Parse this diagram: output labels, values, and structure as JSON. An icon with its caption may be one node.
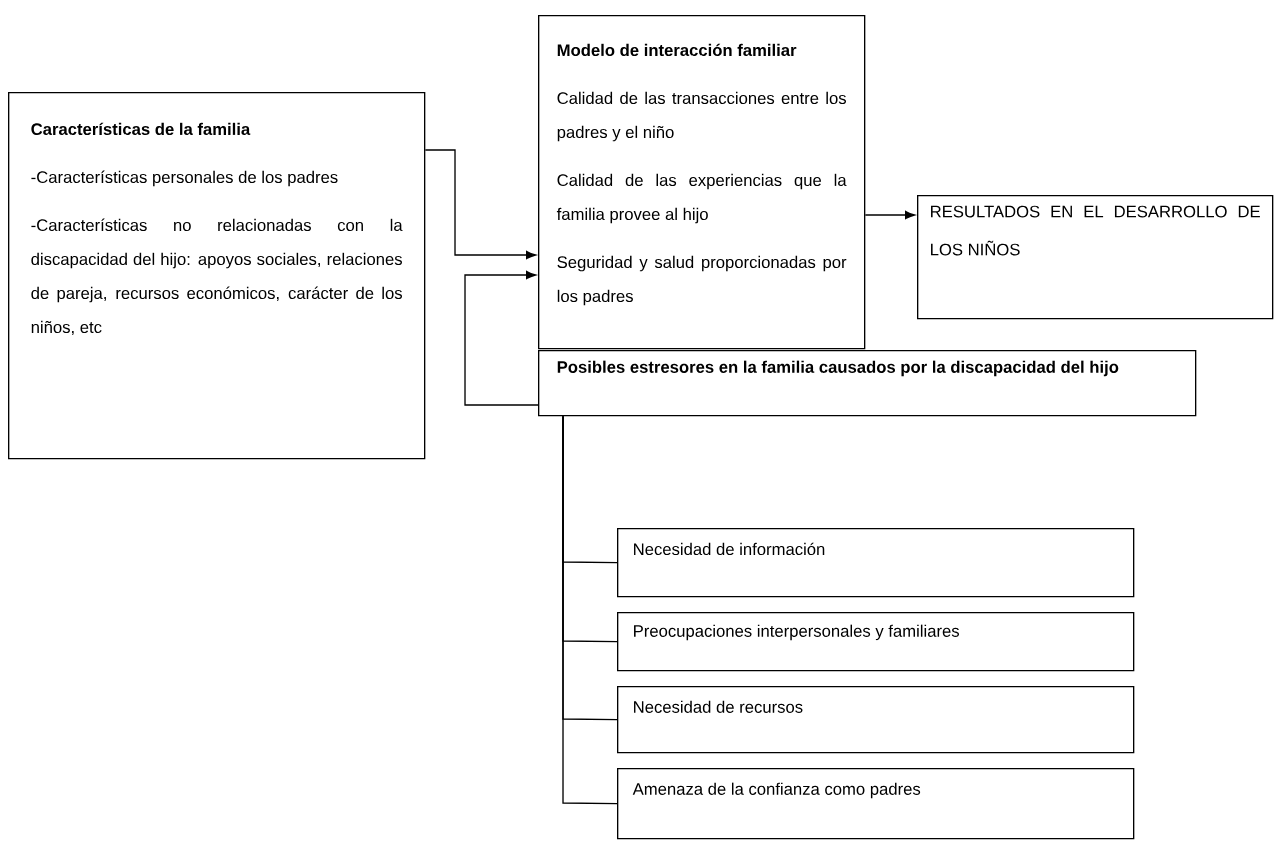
{
  "diagram": {
    "nodes": [
      {
        "text": [
          "Características de la familia",
          "-Características personales de los padres",
          "-Características no relacionadas con la discapacidad del hijo: apoyos sociales, relaciones de pareja, recursos económicos, carácter de los niños, etc"
        ]
      },
      {
        "text": [
          "Modelo de interacción familiar",
          "Calidad de las transacciones entre los padres y el niño",
          "Calidad de las experiencias que la familia provee al hijo",
          "Seguridad y salud proporcionadas por los padres"
        ]
      },
      {
        "text": [
          "RESULTADOS EN EL DESARROLLO DE LOS NIÑOS"
        ]
      },
      {
        "text": [
          "Posibles estresores en la familia causados por la discapacidad del hijo"
        ]
      },
      {
        "text": [
          "Necesidad de información"
        ]
      },
      {
        "text": [
          "Preocupaciones interpersonales y familiares"
        ]
      },
      {
        "text": [
          "Necesidad de recursos"
        ]
      },
      {
        "text": [
          "Amenaza de la confianza  como padres"
        ]
      }
    ],
    "edges": [
      {
        "from": 0,
        "to": 1,
        "arrow": "to"
      },
      {
        "from": 3,
        "to": 1,
        "arrow": "to"
      },
      {
        "from": 1,
        "to": 2,
        "arrow": "to"
      },
      {
        "from": 3,
        "to": 4,
        "arrow": "none"
      },
      {
        "from": 3,
        "to": 5,
        "arrow": "none"
      },
      {
        "from": 3,
        "to": 6,
        "arrow": "none"
      },
      {
        "from": 3,
        "to": 7,
        "arrow": "none"
      }
    ]
  }
}
